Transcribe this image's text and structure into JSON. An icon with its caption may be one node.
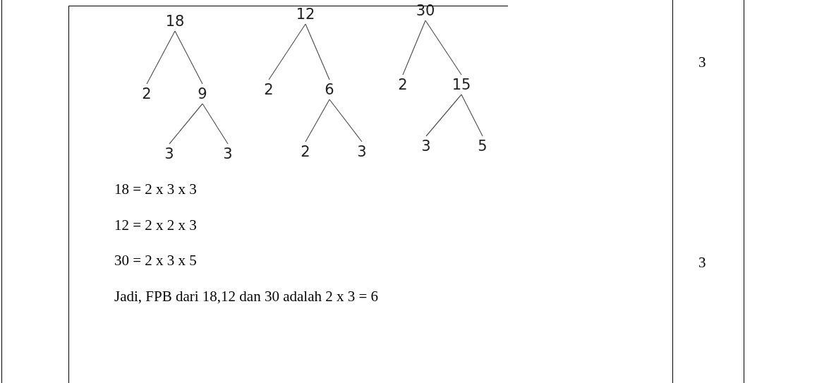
{
  "diagram": {
    "nodes": [
      {
        "text": [
          "18"
        ]
      },
      {
        "text": [
          "2"
        ]
      },
      {
        "text": [
          "9"
        ]
      },
      {
        "text": [
          "3"
        ]
      },
      {
        "text": [
          "3"
        ]
      },
      {
        "text": [
          "12"
        ]
      },
      {
        "text": [
          "2"
        ]
      },
      {
        "text": [
          "6"
        ]
      },
      {
        "text": [
          "2"
        ]
      },
      {
        "text": [
          "3"
        ]
      },
      {
        "text": [
          "30"
        ]
      },
      {
        "text": [
          "2"
        ]
      },
      {
        "text": [
          "15"
        ]
      },
      {
        "text": [
          "3"
        ]
      },
      {
        "text": [
          "5"
        ]
      }
    ],
    "edges": [
      {
        "from": 0,
        "to": 1,
        "arrow": "none"
      },
      {
        "from": 0,
        "to": 2,
        "arrow": "none"
      },
      {
        "from": 2,
        "to": 3,
        "arrow": "none"
      },
      {
        "from": 2,
        "to": 4,
        "arrow": "none"
      },
      {
        "from": 5,
        "to": 6,
        "arrow": "none"
      },
      {
        "from": 5,
        "to": 7,
        "arrow": "none"
      },
      {
        "from": 7,
        "to": 8,
        "arrow": "none"
      },
      {
        "from": 7,
        "to": 9,
        "arrow": "none"
      },
      {
        "from": 10,
        "to": 11,
        "arrow": "none"
      },
      {
        "from": 10,
        "to": 12,
        "arrow": "none"
      },
      {
        "from": 12,
        "to": 13,
        "arrow": "none"
      },
      {
        "from": 12,
        "to": 14,
        "arrow": "none"
      }
    ],
    "labels": [
      "3",
      "18 = 2 x 3 x 3",
      "12 = 2 x 2 x 3",
      "30 = 2 x 3 x 5",
      "3",
      "Jadi, FPB dari 18,12 dan 30 adalah 2 x 3 = 6"
    ]
  }
}
